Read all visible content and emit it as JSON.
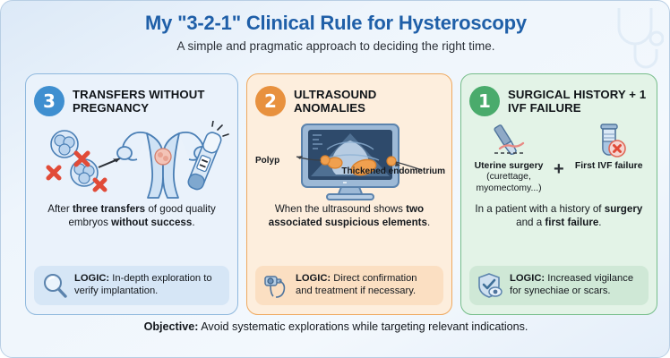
{
  "header": {
    "title": "My \"3-2-1\" Clinical Rule for Hysteroscopy",
    "subtitle": "A simple and pragmatic approach to deciding the right time.",
    "title_color": "#1f5fa8"
  },
  "cards": [
    {
      "number": "3",
      "title": "TRANSFERS WITHOUT PREGNANCY",
      "accent": "#3f8fd0",
      "background": "#eaf2fb",
      "border": "#8fb8dd",
      "art_name": "embryos-uterus-pregnancy-test-illustration",
      "description_parts": [
        {
          "text": "After ",
          "bold": false
        },
        {
          "text": "three transfers",
          "bold": true
        },
        {
          "text": " of good quality embryos ",
          "bold": false
        },
        {
          "text": "without success",
          "bold": true
        },
        {
          "text": ".",
          "bold": false
        }
      ],
      "logic": {
        "label": "LOGIC:",
        "text": " In-depth exploration to verify implantation.",
        "icon": "magnifier-icon",
        "background": "#d6e6f6"
      }
    },
    {
      "number": "2",
      "title": "ULTRASOUND ANOMALIES",
      "accent": "#e8913e",
      "background": "#fdeedd",
      "border": "#efa95f",
      "art_name": "ultrasound-monitor-illustration",
      "annotations": [
        {
          "label": "Polyp",
          "position": "left"
        },
        {
          "label": "Thickened endometrium",
          "position": "right"
        }
      ],
      "description_parts": [
        {
          "text": "When the ultrasound shows ",
          "bold": false
        },
        {
          "text": "two associated suspicious elements",
          "bold": true
        },
        {
          "text": ".",
          "bold": false
        }
      ],
      "logic": {
        "label": "LOGIC:",
        "text": " Direct confirmation and treatment if necessary.",
        "icon": "hysteroscope-icon",
        "background": "#fbdfc2"
      }
    },
    {
      "number": "1",
      "title": "SURGICAL HISTORY + 1 IVF FAILURE",
      "accent": "#4aab6c",
      "background": "#e3f3e7",
      "border": "#76bd8a",
      "art_name": "scalpel-plus-test-tube-illustration",
      "items": [
        {
          "icon": "scalpel-icon",
          "label": "Uterine surgery",
          "sublabel": "(curettage, myomectomy...)"
        },
        {
          "icon": "test-tube-failure-icon",
          "label": "First IVF failure",
          "sublabel": ""
        }
      ],
      "separator": "+",
      "description_parts": [
        {
          "text": "In a patient with a history of ",
          "bold": false
        },
        {
          "text": "surgery",
          "bold": true
        },
        {
          "text": " and a ",
          "bold": false
        },
        {
          "text": "first failure",
          "bold": true
        },
        {
          "text": ".",
          "bold": false
        }
      ],
      "logic": {
        "label": "LOGIC:",
        "text": " Increased vigilance for synechiae or scars.",
        "icon": "shield-check-eye-icon",
        "background": "#cfe8d6"
      }
    }
  ],
  "footer": {
    "label": "Objective:",
    "text": " Avoid systematic explorations while targeting relevant indications."
  }
}
